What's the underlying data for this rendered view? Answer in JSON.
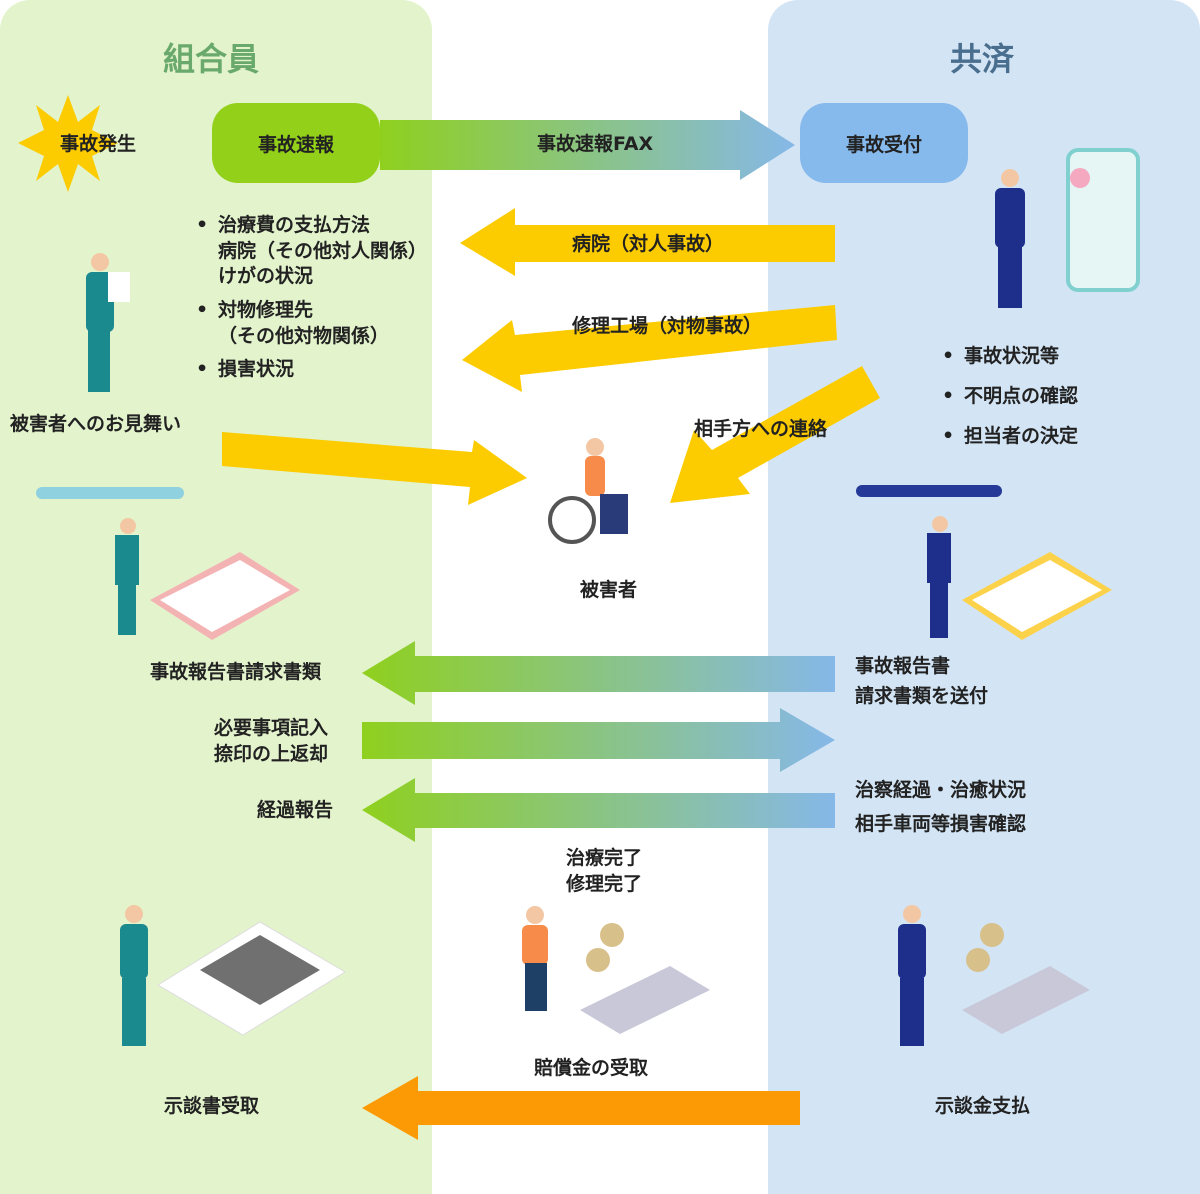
{
  "columns": {
    "member": "組合員",
    "kyosai": "共済"
  },
  "steps": {
    "accident": "事故発生",
    "quick_report": "事故速報",
    "fax": "事故速報FAX",
    "reception": "事故受付",
    "hospital": "病院（対人事故）",
    "repair_shop": "修理工場（対物事故）",
    "contact_other": "相手方への連絡",
    "visit": "被害者へのお見舞い",
    "victim": "被害者",
    "member_info": [
      {
        "lines": [
          "治療費の支払方法",
          "病院（その他対人関係）",
          "けがの状況"
        ]
      },
      {
        "lines": [
          "対物修理先",
          "（その他対物関係）"
        ]
      },
      {
        "lines": [
          "損害状況"
        ]
      }
    ],
    "kyosai_tasks": [
      "事故状況等",
      "不明点の確認",
      "担当者の決定"
    ],
    "claim_docs": "事故報告書請求書類",
    "send_docs": [
      "事故報告書",
      "請求書類を送付"
    ],
    "return_docs": [
      "必要事項記入",
      "捺印の上返却"
    ],
    "progress_report": "経過報告",
    "check": [
      "治察経過・治癒状況",
      "相手車両等損害確認"
    ],
    "complete": [
      "治療完了",
      "修理完了"
    ],
    "receive_comp": "賠償金の受取",
    "settlement_received": "示談書受取",
    "settlement_paid": "示談金支払"
  },
  "colors": {
    "green": "#93d01a",
    "blue": "#86b9ec",
    "yellow": "#fccb00",
    "orange": "#fb9a05"
  }
}
